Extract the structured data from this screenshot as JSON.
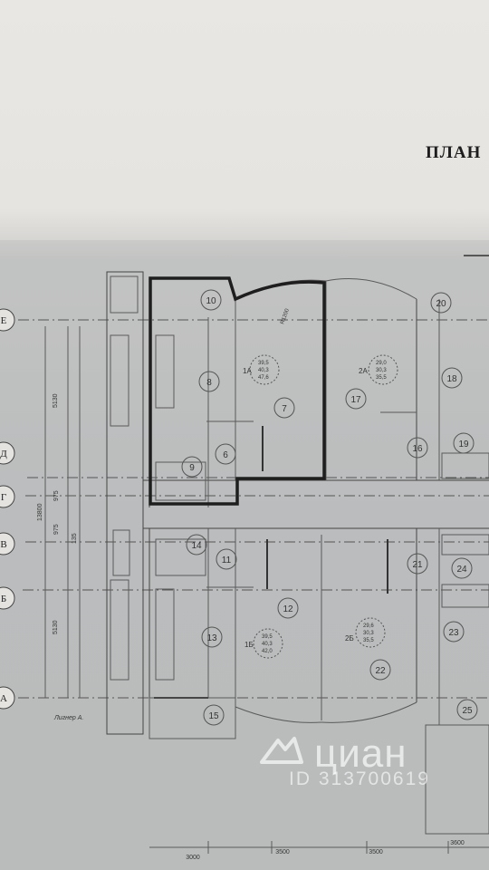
{
  "title": "ПЛАН",
  "axes": {
    "rows": [
      "Е",
      "Д",
      "Г",
      "В",
      "Б",
      "А"
    ],
    "dims_left": [
      "5130",
      "13800",
      "975",
      "975",
      "135",
      "5130"
    ],
    "dims_bottom": [
      "3000",
      "3500",
      "3500",
      "3600"
    ]
  },
  "rooms": [
    "10",
    "20",
    "8",
    "18",
    "7",
    "17",
    "6",
    "9",
    "16",
    "19",
    "14",
    "11",
    "21",
    "24",
    "12",
    "13",
    "23",
    "22",
    "15",
    "25"
  ],
  "apartments": [
    {
      "label": "1А",
      "area_total": "39,5",
      "area_living": "40,3",
      "area_full": "47,6"
    },
    {
      "label": "2А",
      "area_total": "29,0",
      "area_living": "30,3",
      "area_full": "35,5"
    },
    {
      "label": "1Б",
      "area_total": "39,5",
      "area_living": "40,3",
      "area_full": "42,0"
    },
    {
      "label": "2Б",
      "area_total": "29,6",
      "area_living": "30,3",
      "area_full": "35,5"
    }
  ],
  "notes": {
    "section": "Лигнер А.",
    "door_note": "R1200"
  },
  "watermark": {
    "brand": "циан",
    "id": "ID 313700619"
  },
  "colors": {
    "paper": "#e7e5e1",
    "line": "#4a4a4a",
    "highlight": "#1e1e1e"
  }
}
